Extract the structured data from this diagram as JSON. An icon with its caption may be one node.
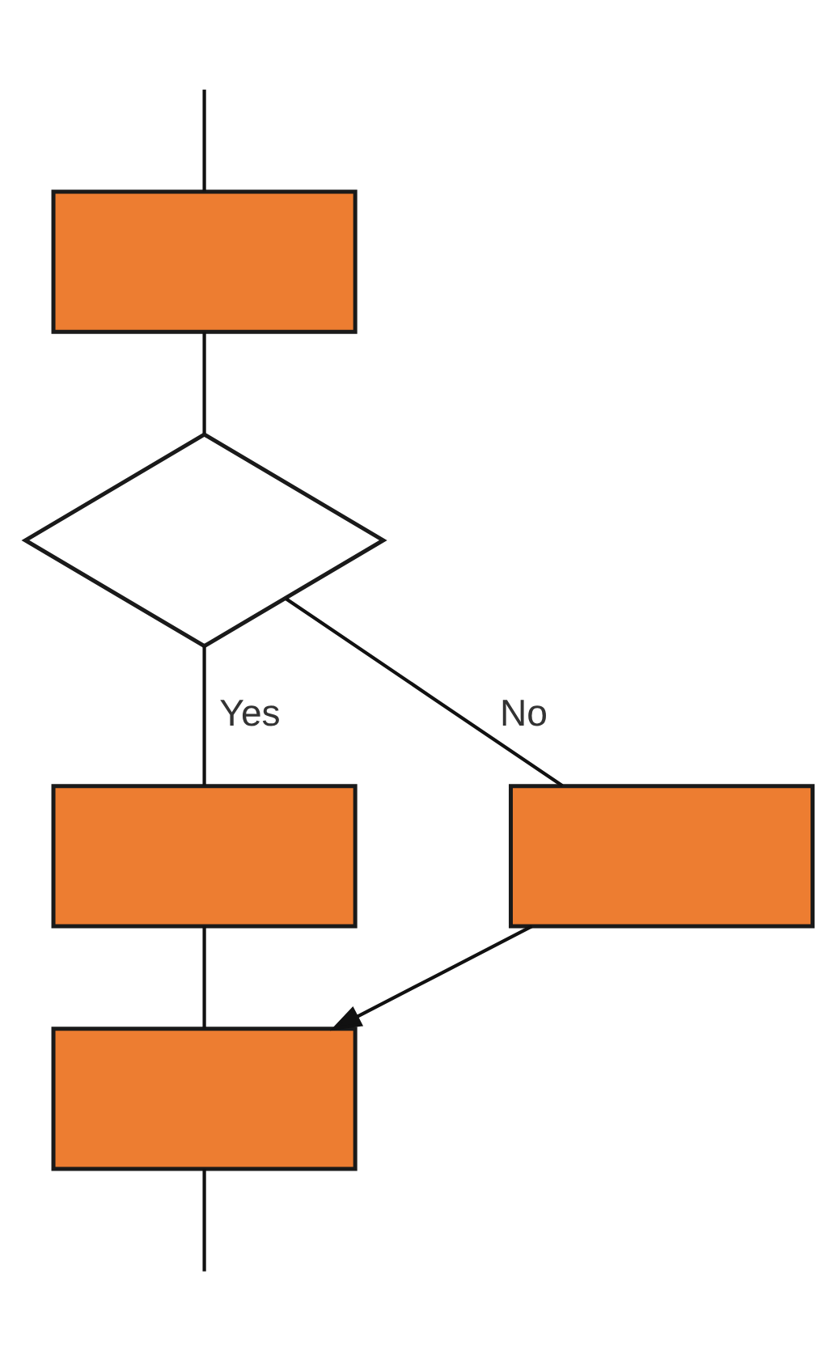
{
  "diagram": {
    "nodes": [
      {
        "text": [],
        "shape": "box"
      },
      {
        "text": [],
        "shape": "diamond"
      },
      {
        "text": [],
        "shape": "box"
      },
      {
        "text": [],
        "shape": "box"
      },
      {
        "text": [],
        "shape": "box"
      }
    ],
    "edges": [
      {
        "from": null,
        "to": 0,
        "arrow": "none"
      },
      {
        "from": 0,
        "to": 1,
        "arrow": "none"
      },
      {
        "from": 1,
        "to": 2,
        "arrow": "none",
        "label": "Yes"
      },
      {
        "from": 1,
        "to": 3,
        "arrow": "none",
        "label": "No"
      },
      {
        "from": 2,
        "to": 4,
        "arrow": "none"
      },
      {
        "from": 3,
        "to": 4,
        "arrow": "to"
      },
      {
        "from": 4,
        "to": null,
        "arrow": "none"
      }
    ]
  }
}
